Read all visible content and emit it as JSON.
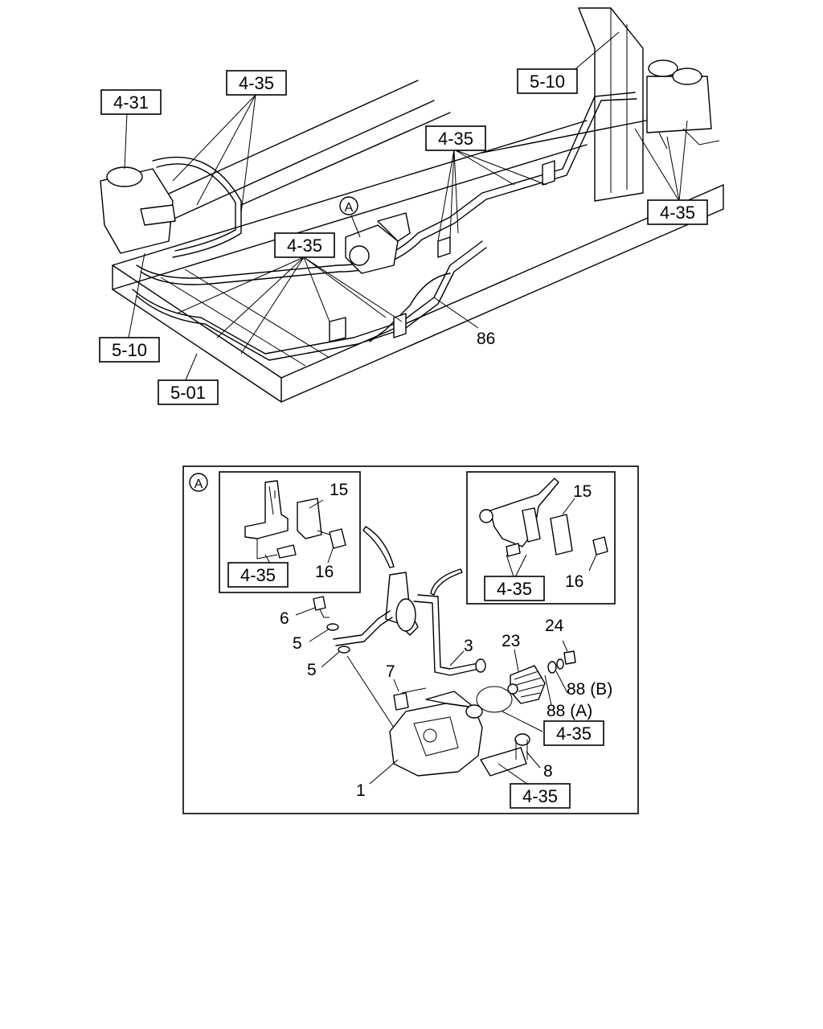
{
  "refs": {
    "r431": "4-31",
    "r435_a": "4-35",
    "r510_top": "5-10",
    "r435_b": "4-35",
    "r435_c": "4-35",
    "r435_d": "4-35",
    "r510_left": "5-10",
    "r501": "5-01",
    "r86": "86",
    "markA": "A"
  },
  "detail": {
    "marker": "A",
    "inset_left": {
      "n15": "15",
      "n16": "16",
      "ref": "4-35"
    },
    "inset_right": {
      "n15": "15",
      "n16": "16",
      "ref": "4-35"
    },
    "n6": "6",
    "n5a": "5",
    "n5b": "5",
    "n3": "3",
    "n7": "7",
    "n23": "23",
    "n24": "24",
    "n88b": "88 (B)",
    "n88a": "88 (A)",
    "ref_ring": "4-35",
    "n1": "1",
    "n8": "8",
    "ref_bottom": "4-35"
  }
}
